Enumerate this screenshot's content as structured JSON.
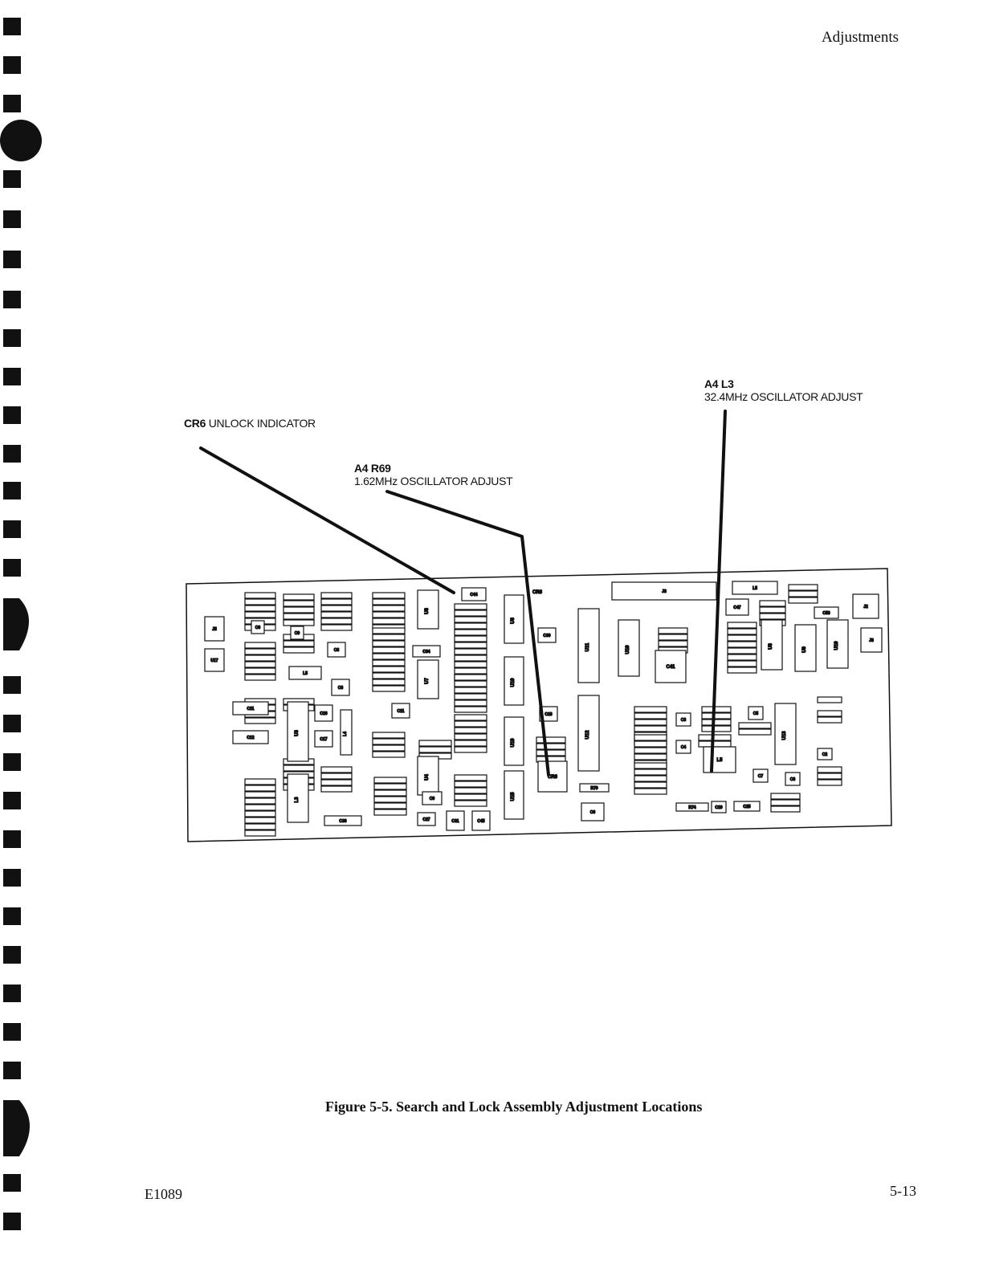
{
  "header": {
    "section_title": "Adjustments"
  },
  "callouts": [
    {
      "ref": "CR6",
      "label": "UNLOCK INDICATOR"
    },
    {
      "ref": "A4 R69",
      "label": "1.62MHz OSCILLATOR ADJUST"
    },
    {
      "ref": "A4 L3",
      "label": "32.4MHz OSCILLATOR ADJUST"
    }
  ],
  "board": {
    "connectors": [
      "J3",
      "J2",
      "J5"
    ],
    "components": [
      "U8",
      "U9",
      "U10",
      "U11",
      "U12",
      "U13",
      "U15",
      "U16",
      "U19",
      "U6",
      "U5",
      "U7",
      "U4",
      "U3",
      "L3",
      "L5",
      "L4",
      "C41",
      "C44",
      "C47",
      "C53",
      "C34",
      "C18",
      "C17",
      "C16",
      "C9",
      "C6",
      "C8",
      "R69",
      "CR6"
    ]
  },
  "figure": {
    "caption": "Figure 5-5. Search and Lock Assembly Adjustment Locations"
  },
  "footer": {
    "doc_id": "E1089",
    "page_number": "5-13"
  }
}
